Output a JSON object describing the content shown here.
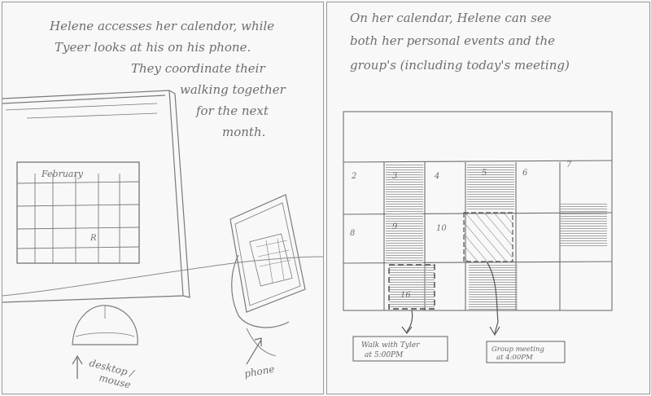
{
  "left_panel": {
    "caption_lines": [
      "Helene accesses her calendor, while",
      "Tyeer looks at his on his phone.",
      "They coordinate their",
      "walking together",
      "for the next",
      "month."
    ],
    "monitor_calendar_title": "February",
    "monitor_mark": "R",
    "label_desktop": "desktop /",
    "label_mouse": "mouse",
    "label_phone": "phone"
  },
  "right_panel": {
    "caption_lines": [
      "On her calendar, Helene can see",
      "both her personal events and the",
      "group's (including today's meeting)"
    ],
    "day_numbers": [
      "2",
      "3",
      "4",
      "5",
      "6",
      "7",
      "8",
      "9",
      "10",
      "16"
    ],
    "walk_label_lines": [
      "Walk with Tyler",
      "at 5:00PM"
    ],
    "meeting_label_lines": [
      "Group meeting",
      "at 4:00PM"
    ]
  },
  "colors": {
    "pencil": "#6e6e6e",
    "paper": "#f8f8f8",
    "border": "#9a9a9a"
  }
}
